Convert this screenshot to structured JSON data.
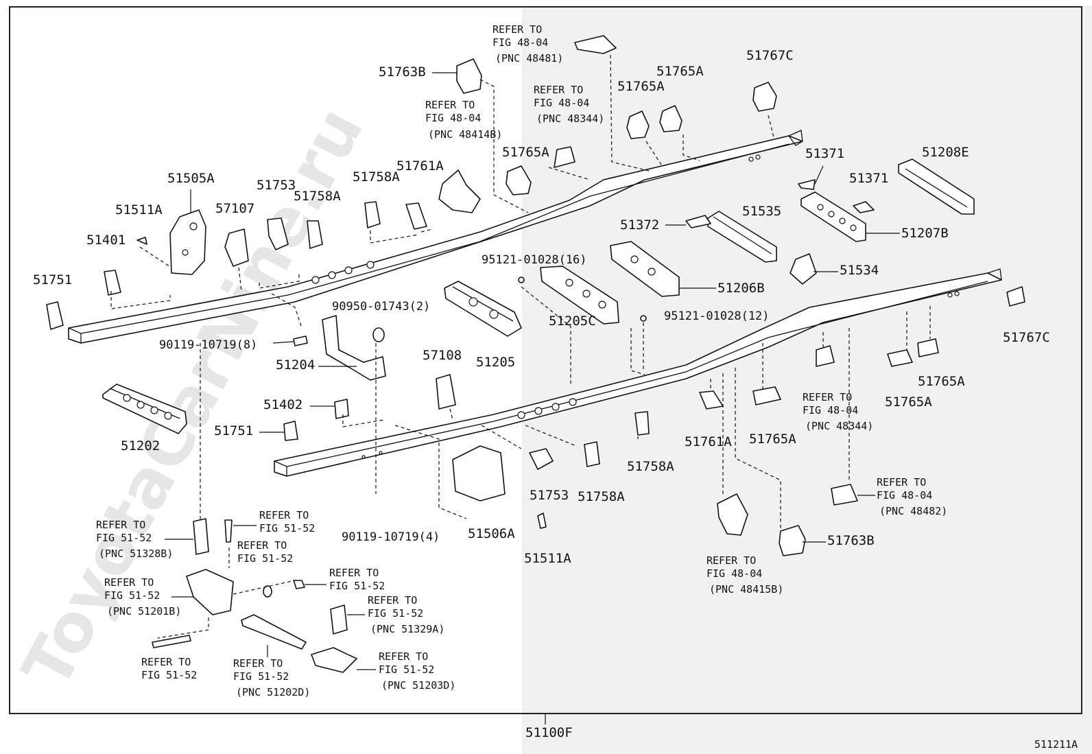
{
  "watermark": "ToyotaCarNine.ru",
  "assembly_label": "51100F",
  "figure_code": "511211A",
  "labels": {
    "l51763B_top": "51763B",
    "l51767C_top": "51767C",
    "l51765A_a": "51765A",
    "l51765A_b": "51765A",
    "l51765A_c": "51765A",
    "l51371_a": "51371",
    "l51371_b": "51371",
    "l51208E": "51208E",
    "l51207B": "51207B",
    "l51505A": "51505A",
    "l51753_top": "51753",
    "l51758A_top": "51758A",
    "l51758A_mid": "51758A",
    "l51761A_top": "51761A",
    "l57107": "57107",
    "l51511A_top": "51511A",
    "l51401": "51401",
    "l51751_left": "51751",
    "l51372": "51372",
    "l51535": "51535",
    "l51534": "51534",
    "l51206B": "51206B",
    "l51205C": "51205C",
    "l95121_16": "95121-01028(16)",
    "l95121_12": "95121-01028(12)",
    "l90950": "90950-01743(2)",
    "l90119_8": "90119-10719(8)",
    "l51204": "51204",
    "l51205": "51205",
    "l57108": "57108",
    "l51402": "51402",
    "l51202": "51202",
    "l51751_mid": "51751",
    "l51767C_right": "51767C",
    "l51765A_r1": "51765A",
    "l51765A_r2": "51765A",
    "l51765A_r3": "51765A",
    "l51761A_low": "51761A",
    "l51758A_low1": "51758A",
    "l51753_low": "51753",
    "l51758A_low2": "51758A",
    "l51506A": "51506A",
    "l51511A_low": "51511A",
    "l90119_4": "90119-10719(4)",
    "l51763B_low": "51763B"
  },
  "refs": {
    "r48481": [
      "REFER TO",
      "FIG 48-04",
      "(PNC 48481)"
    ],
    "r48414B": [
      "REFER TO",
      "FIG 48-04",
      "(PNC 48414B)"
    ],
    "r48344_top": [
      "REFER TO",
      "FIG 48-04",
      "(PNC 48344)"
    ],
    "r48344_low": [
      "REFER TO",
      "FIG 48-04",
      "(PNC 48344)"
    ],
    "r48482": [
      "REFER TO",
      "FIG 48-04",
      "(PNC 48482)"
    ],
    "r48415B": [
      "REFER TO",
      "FIG 48-04",
      "(PNC 48415B)"
    ],
    "r51328B": [
      "REFER TO",
      "FIG 51-52",
      "(PNC 51328B)"
    ],
    "r51201B": [
      "REFER TO",
      "FIG 51-52",
      "(PNC 51201B)"
    ],
    "r5152_a": [
      "REFER TO",
      "FIG 51-52"
    ],
    "r5152_b": [
      "REFER TO",
      "FIG 51-52"
    ],
    "r5152_c": [
      "REFER TO",
      "FIG 51-52"
    ],
    "r51329A": [
      "REFER TO",
      "FIG 51-52",
      "(PNC 51329A)"
    ],
    "r5152_d": [
      "REFER TO",
      "FIG 51-52"
    ],
    "r51202D": [
      "REFER TO",
      "FIG 51-52",
      "(PNC 51202D)"
    ],
    "r51203D": [
      "REFER TO",
      "FIG 51-52",
      "(PNC 51203D)"
    ]
  }
}
